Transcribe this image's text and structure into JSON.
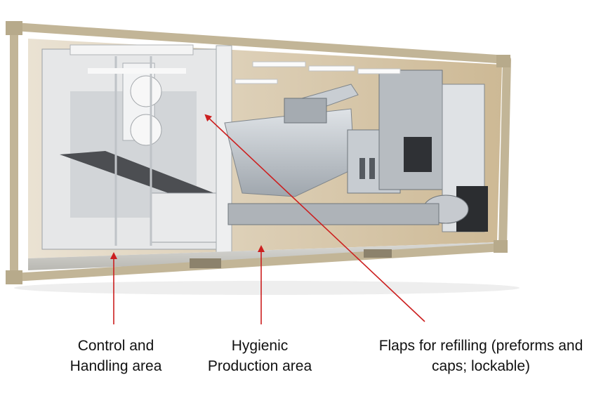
{
  "labels": {
    "control_area": {
      "line1": "Control and",
      "line2": "Handling area"
    },
    "production_area": {
      "line1": "Hygienic",
      "line2": "Production area"
    },
    "refill_flaps": {
      "line1": "Flaps for refilling (preforms and",
      "line2": "caps; lockable)"
    }
  },
  "colors": {
    "container_frame": "#c2b597",
    "arrow": "#cc1f1f",
    "machine": "#b9bec4",
    "interior_wall": "#d9c7a6"
  }
}
